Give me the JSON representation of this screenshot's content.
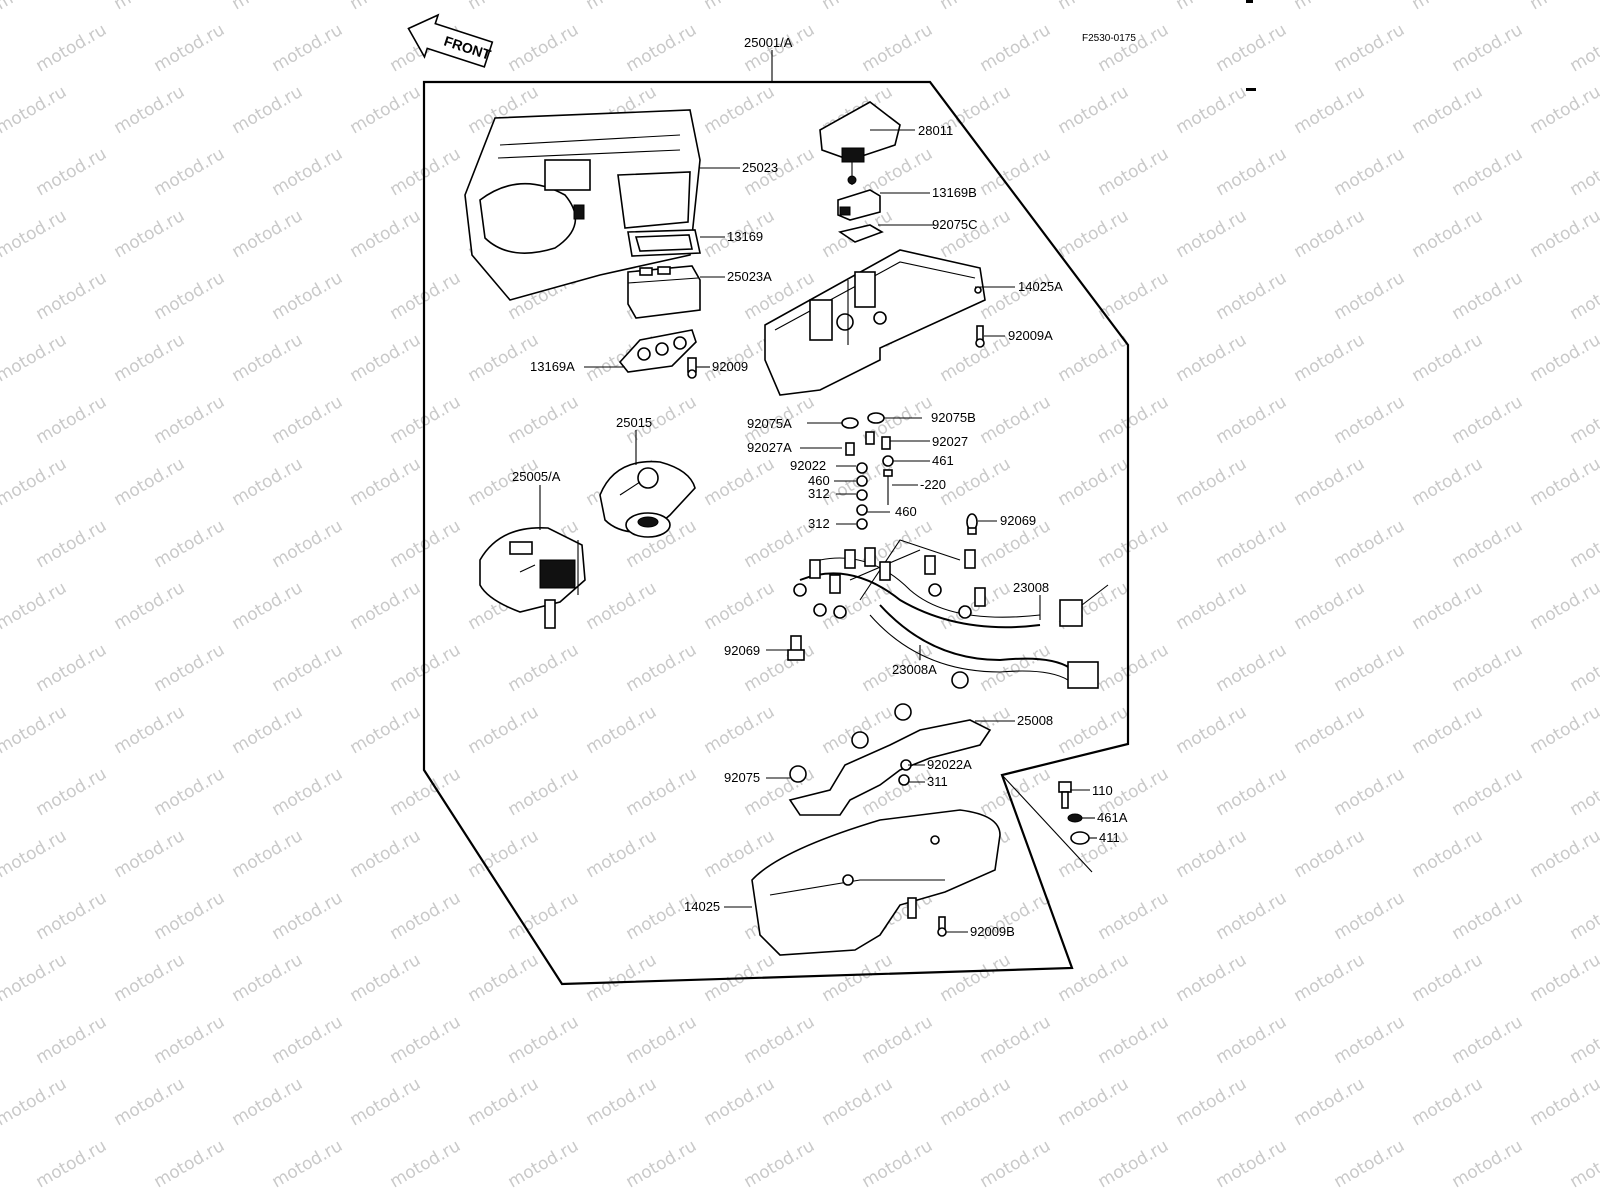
{
  "diagram": {
    "figure_code": "F2530-0175",
    "front_arrow_text": "FRONT",
    "assembly_label": "25001/A",
    "watermark": "motod.ru",
    "callouts": {
      "p28011": "28011",
      "p25023": "25023",
      "p13169B": "13169B",
      "p92075C": "92075C",
      "p13169": "13169",
      "p25023A": "25023A",
      "p14025A": "14025A",
      "p92009A": "92009A",
      "p13169A": "13169A",
      "p92009": "92009",
      "p25015": "25015",
      "p92075A": "92075A",
      "p92075B": "92075B",
      "p92027A": "92027A",
      "p92027": "92027",
      "p25005A": "25005/A",
      "p92022": "92022",
      "p461": "461",
      "p460a": "460",
      "p220": "-220",
      "p312a": "312",
      "p460b": "460",
      "p312b": "312",
      "p92069a": "92069",
      "p23008": "23008",
      "p92069b": "92069",
      "p23008A": "23008A",
      "p25008": "25008",
      "p92022A": "92022A",
      "p92075": "92075",
      "p311": "311",
      "p110": "110",
      "p461A": "461A",
      "p411": "411",
      "p14025": "14025",
      "p92009B": "92009B"
    }
  }
}
